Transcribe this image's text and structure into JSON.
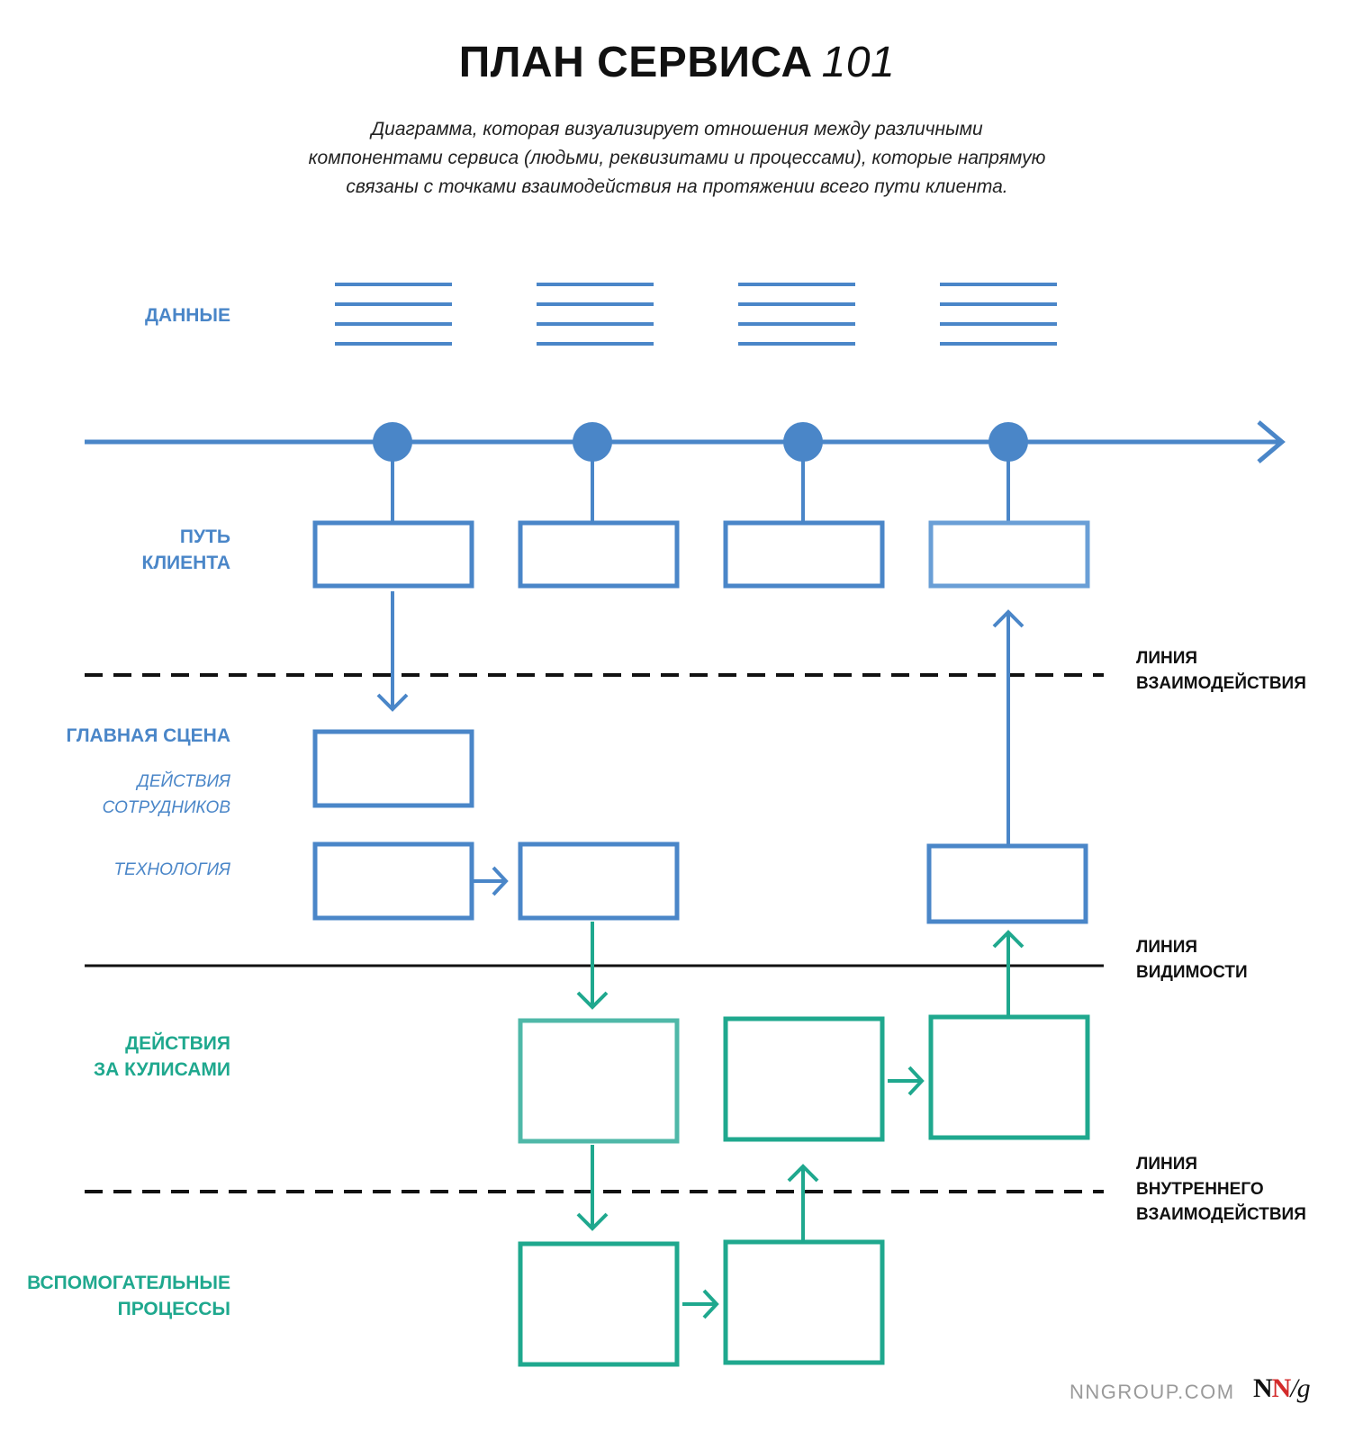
{
  "header": {
    "title_main": "ПЛАН СЕРВИСА",
    "title_num": "101",
    "subtitle_lines": [
      "Диаграмма, которая визуализирует отношения между различными",
      "компонентами сервиса (людьми, реквизитами и процессами), которые напрямую",
      "связаны с точками взаимодействия на протяжении всего пути клиента."
    ]
  },
  "rows": {
    "data": "ДАННЫЕ",
    "journey_1": "ПУТЬ",
    "journey_2": "КЛИЕНТА",
    "frontstage": "ГЛАВНАЯ СЦЕНА",
    "staff_1": "ДЕЙСТВИЯ",
    "staff_2": "СОТРУДНИКОВ",
    "technology": "ТЕХНОЛОГИЯ",
    "backstage_1": "ДЕЙСТВИЯ",
    "backstage_2": "ЗА КУЛИСАМИ",
    "support_1": "ВСПОМОГАТЕЛЬНЫЕ",
    "support_2": "ПРОЦЕССЫ"
  },
  "lines": {
    "interaction_1": "ЛИНИЯ",
    "interaction_2": "ВЗАИМОДЕЙСТВИЯ",
    "visibility_1": "ЛИНИЯ",
    "visibility_2": "ВИДИМОСТИ",
    "internal_1": "ЛИНИЯ",
    "internal_2": "ВНУТРЕННЕГО",
    "internal_3": "ВЗАИМОДЕЙСТВИЯ"
  },
  "footer": {
    "site": "NNGROUP.COM",
    "logo_n1": "N",
    "logo_n2": "N",
    "logo_g": "/g"
  },
  "colors": {
    "blue": "#4a86c8",
    "teal": "#1fa88e",
    "line": "#111111"
  }
}
